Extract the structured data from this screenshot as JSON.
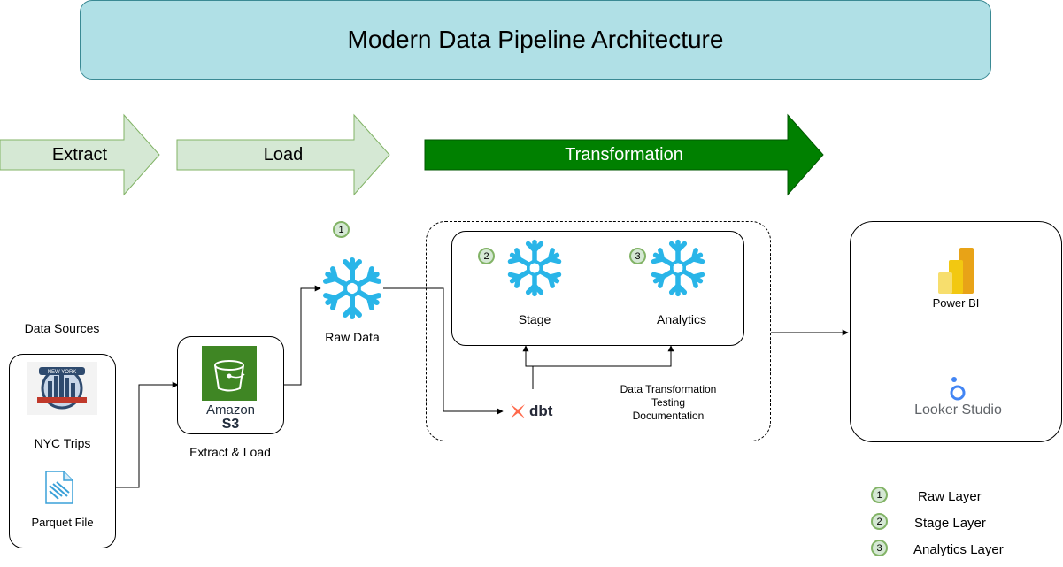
{
  "title": "Modern Data Pipeline Architecture",
  "phases": {
    "extract": "Extract",
    "load": "Load",
    "transformation": "Transformation"
  },
  "sources": {
    "heading": "Data Sources",
    "nyc_logo_text": "NEW YORK",
    "nyc_trips": "NYC Trips",
    "parquet": "Parquet File"
  },
  "s3": {
    "brand_top": "Amazon",
    "brand_bottom": "S3",
    "caption": "Extract & Load"
  },
  "raw": {
    "badge": "1",
    "label": "Raw Data"
  },
  "snowflake_models": {
    "stage_badge": "2",
    "stage_label": "Stage",
    "analytics_badge": "3",
    "analytics_label": "Analytics"
  },
  "dbt": {
    "label": "dbt",
    "desc_line1": "Data Transformation",
    "desc_line2": "Testing",
    "desc_line3": "Documentation"
  },
  "bi": {
    "powerbi": "Power BI",
    "looker": "Looker Studio"
  },
  "legend": [
    {
      "num": "1",
      "label": "Raw Layer"
    },
    {
      "num": "2",
      "label": "Stage Layer"
    },
    {
      "num": "3",
      "label": "Analytics Layer"
    }
  ],
  "colors": {
    "title_fill": "#b0e0e6",
    "light_arrow": "#d5e8d4",
    "dark_arrow": "#008000",
    "snowflake": "#29b5e8",
    "s3": "#3f8624",
    "dbt": "#ff694b",
    "badge_fill": "#d5e8d4",
    "badge_stroke": "#82b366"
  }
}
